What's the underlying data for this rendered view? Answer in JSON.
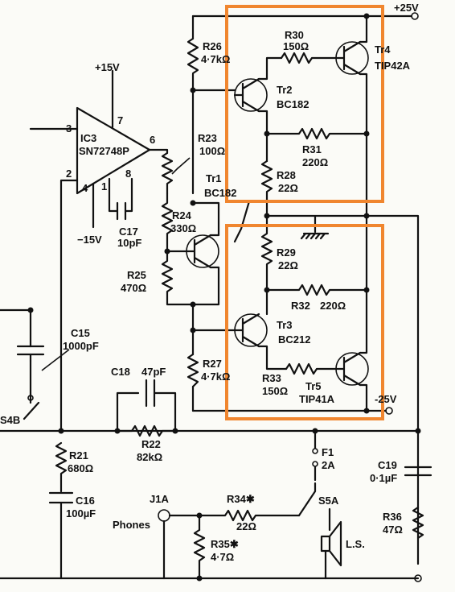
{
  "colors": {
    "ink": "#111111",
    "highlight": "#f0862f",
    "background": "#fbfbf7"
  },
  "labels": {
    "vpos": "+25V",
    "vneg": "-25V",
    "p15": "+15V",
    "m15": "−15V",
    "ic3": "IC3",
    "ic3_type": "SN72748P",
    "pin3": "3",
    "pin2": "2",
    "pin7": "7",
    "pin6": "6",
    "pin4": "4",
    "pin1": "1",
    "pin8": "8",
    "r26": "R26",
    "r26v": "4·7kΩ",
    "r30": "R30",
    "r30v": "150Ω",
    "tr4": "Tr4",
    "tr4t": "TIP42A",
    "tr2": "Tr2",
    "tr2t": "BC182",
    "r31": "R31",
    "r31v": "220Ω",
    "r23": "R23",
    "r23v": "100Ω",
    "tr1": "Tr1",
    "tr1t": "BC182",
    "r28": "R28",
    "r28v": "22Ω",
    "r24": "R24",
    "r24v": "330Ω",
    "c17": "C17",
    "c17v": "10pF",
    "r25": "R25",
    "r25v": "470Ω",
    "r29": "R29",
    "r29v": "22Ω",
    "r32": "R32",
    "r32v": "220Ω",
    "tr3": "Tr3",
    "tr3t": "BC212",
    "c15": "C15",
    "c15v": "1000pF",
    "c18": "C18",
    "c18v": "47pF",
    "r27": "R27",
    "r27v": "4·7kΩ",
    "r33": "R33",
    "r33v": "150Ω",
    "tr5": "Tr5",
    "tr5t": "TIP41A",
    "s4b": "S4B",
    "r22": "R22",
    "r22v": "82kΩ",
    "r21": "R21",
    "r21v": "680Ω",
    "c16": "C16",
    "c16v": "100µF",
    "f1": "F1",
    "f1v": "2A",
    "c19": "C19",
    "c19v": "0·1µF",
    "j1a": "J1A",
    "phones": "Phones",
    "r34": "R34✱",
    "r34v": "22Ω",
    "s5a": "S5A",
    "r35": "R35✱",
    "r35v": "4·7Ω",
    "ls": "L.S.",
    "r36": "R36",
    "r36v": "47Ω"
  }
}
